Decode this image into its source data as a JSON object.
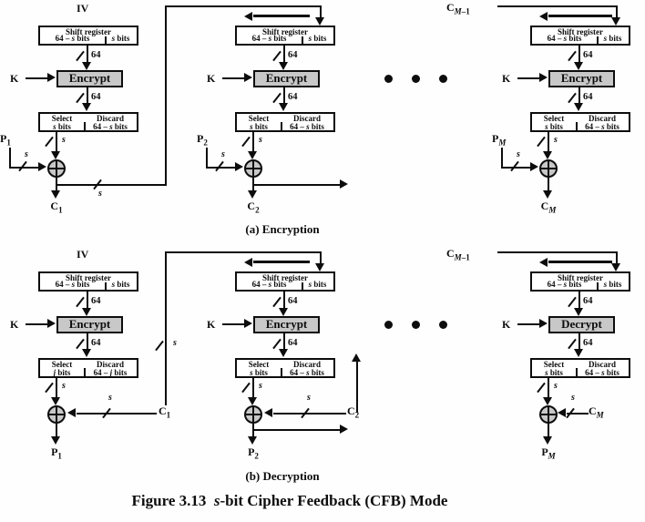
{
  "caption": "Figure 3.13&nbsp; <i>s</i>-bit Cipher Feedback (CFB) Mode",
  "sections": {
    "a": "(a) Encryption",
    "b": "(b) Decryption"
  },
  "enc": {
    "s1": {
      "top_label": "IV",
      "sr_title": "Shift register",
      "sr_left": "64 – <i>s</i> bits",
      "sr_right": "<i>s</i> bits",
      "bus1": "64",
      "bus2": "64",
      "key": "K",
      "cipher": "Encrypt",
      "sel_title": "Select",
      "sel_bits": "<i>s</i> bits",
      "dis_title": "Discard",
      "dis_bits": "64 – <i>s</i> bits",
      "s_tap": "s",
      "in_label": "P<sub>1</sub>",
      "in_s": "s",
      "out_label": "C<sub>1</sub>",
      "fb_s": "s"
    },
    "s2": {
      "sr_title": "Shift register",
      "sr_left": "64 – <i>s</i> bits",
      "sr_right": "<i>s</i> bits",
      "bus1": "64",
      "bus2": "64",
      "key": "K",
      "cipher": "Encrypt",
      "sel_title": "Select",
      "sel_bits": "<i>s</i> bits",
      "dis_title": "Discard",
      "dis_bits": "64 – <i>s</i> bits",
      "s_tap": "s",
      "in_label": "P<sub>2</sub>",
      "in_s": "s",
      "out_label": "C<sub>2</sub>"
    },
    "s3": {
      "top_label": "C<sub><i>M</i>–1</sub>",
      "sr_title": "Shift register",
      "sr_left": "64 – <i>s</i> bits",
      "sr_right": "<i>s</i> bits",
      "bus1": "64",
      "bus2": "64",
      "key": "K",
      "cipher": "Encrypt",
      "sel_title": "Select",
      "sel_bits": "<i>s</i> bits",
      "dis_title": "Discard",
      "dis_bits": "64 – <i>s</i> bits",
      "s_tap": "s",
      "in_label": "P<sub><i>M</i></sub>",
      "in_s": "s",
      "out_label": "C<sub><i>M</i></sub>"
    }
  },
  "dec": {
    "s1": {
      "top_label": "IV",
      "sr_title": "Shift register",
      "sr_left": "64 – <i>s</i> bits",
      "sr_right": "<i>s</i> bits",
      "bus1": "64",
      "bus2": "64",
      "key": "K",
      "cipher": "Encrypt",
      "sel_title": "Select",
      "sel_bits": "<i>j</i> bits",
      "dis_title": "Discard",
      "dis_bits": "64 – <i>j</i> bits",
      "s_tap": "s",
      "out_label": "P<sub>1</sub>",
      "ct_label": "C<sub>1</sub>",
      "ct_s": "s",
      "fb_s": "s"
    },
    "s2": {
      "sr_title": "Shift register",
      "sr_left": "64 – <i>s</i> bits",
      "sr_right": "<i>s</i> bits",
      "bus1": "64",
      "bus2": "64",
      "key": "K",
      "cipher": "Encrypt",
      "sel_title": "Select",
      "sel_bits": "<i>s</i> bits",
      "dis_title": "Discard",
      "dis_bits": "64 – <i>s</i> bits",
      "s_tap": "s",
      "out_label": "P<sub>2</sub>",
      "ct_label": "C<sub>2</sub>",
      "ct_s": "s"
    },
    "s3": {
      "top_label": "C<sub><i>M</i>–1</sub>",
      "sr_title": "Shift register",
      "sr_left": "64 – <i>s</i> bits",
      "sr_right": "<i>s</i> bits",
      "bus1": "64",
      "bus2": "64",
      "key": "K",
      "cipher": "Decrypt",
      "sel_title": "Select",
      "sel_bits": "<i>s</i> bits",
      "dis_title": "Discard",
      "dis_bits": "64 – <i>s</i> bits",
      "s_tap": "s",
      "out_label": "P<sub><i>M</i></sub>",
      "ct_label": "C<sub><i>M</i></sub>",
      "ct_s": "s"
    }
  }
}
